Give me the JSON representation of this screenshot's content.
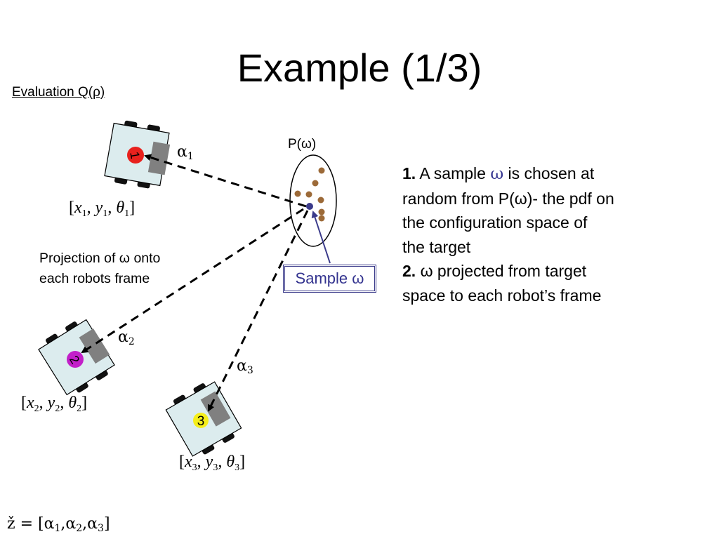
{
  "slide": {
    "title": "Example (1/3)",
    "subtitle": "Evaluation Q(ρ)"
  },
  "distribution": {
    "label": "P(ω)",
    "sample_label": "Sample ω"
  },
  "projection_note": {
    "line1": "Projection of ω onto",
    "line2": "each robots frame"
  },
  "description": {
    "step1_number": "1.",
    "step1_a": "A sample",
    "step1_omega": "ω",
    "step1_b": "is chosen at",
    "step1_line2": "random from P(ω)- the pdf on",
    "step1_line3": "the configuration space of",
    "step1_line4": "the target",
    "step2_number": "2.",
    "step2_line1": "ω projected from target",
    "step2_line2": "space to each robot’s frame"
  },
  "robots": [
    {
      "id": "1",
      "angle_symbol": "α",
      "angle_index": "1",
      "pose": {
        "x": "x",
        "y": "y",
        "theta": "θ",
        "index": "1"
      },
      "marker_color": "#e8211d"
    },
    {
      "id": "2",
      "angle_symbol": "α",
      "angle_index": "2",
      "pose": {
        "x": "x",
        "y": "y",
        "theta": "θ",
        "index": "2"
      },
      "marker_color": "#c21fc9"
    },
    {
      "id": "3",
      "angle_symbol": "α",
      "angle_index": "3",
      "pose": {
        "x": "x",
        "y": "y",
        "theta": "θ",
        "index": "3"
      },
      "marker_color": "#f5ee1a"
    }
  ],
  "measurement": {
    "lhs": "ž = [",
    "a1": "α",
    "i1": "1",
    "sep1": ",",
    "a2": "α",
    "i2": "2",
    "sep2": ",",
    "a3": "α",
    "i3": "3",
    "rhs": "]"
  },
  "colors": {
    "robot_body": "#dcecee",
    "robot_sensor": "#808080",
    "wheel": "#111111",
    "particle": "#9c6a38",
    "sample_point": "#3a3a8a",
    "sample_label": "#33338f"
  }
}
